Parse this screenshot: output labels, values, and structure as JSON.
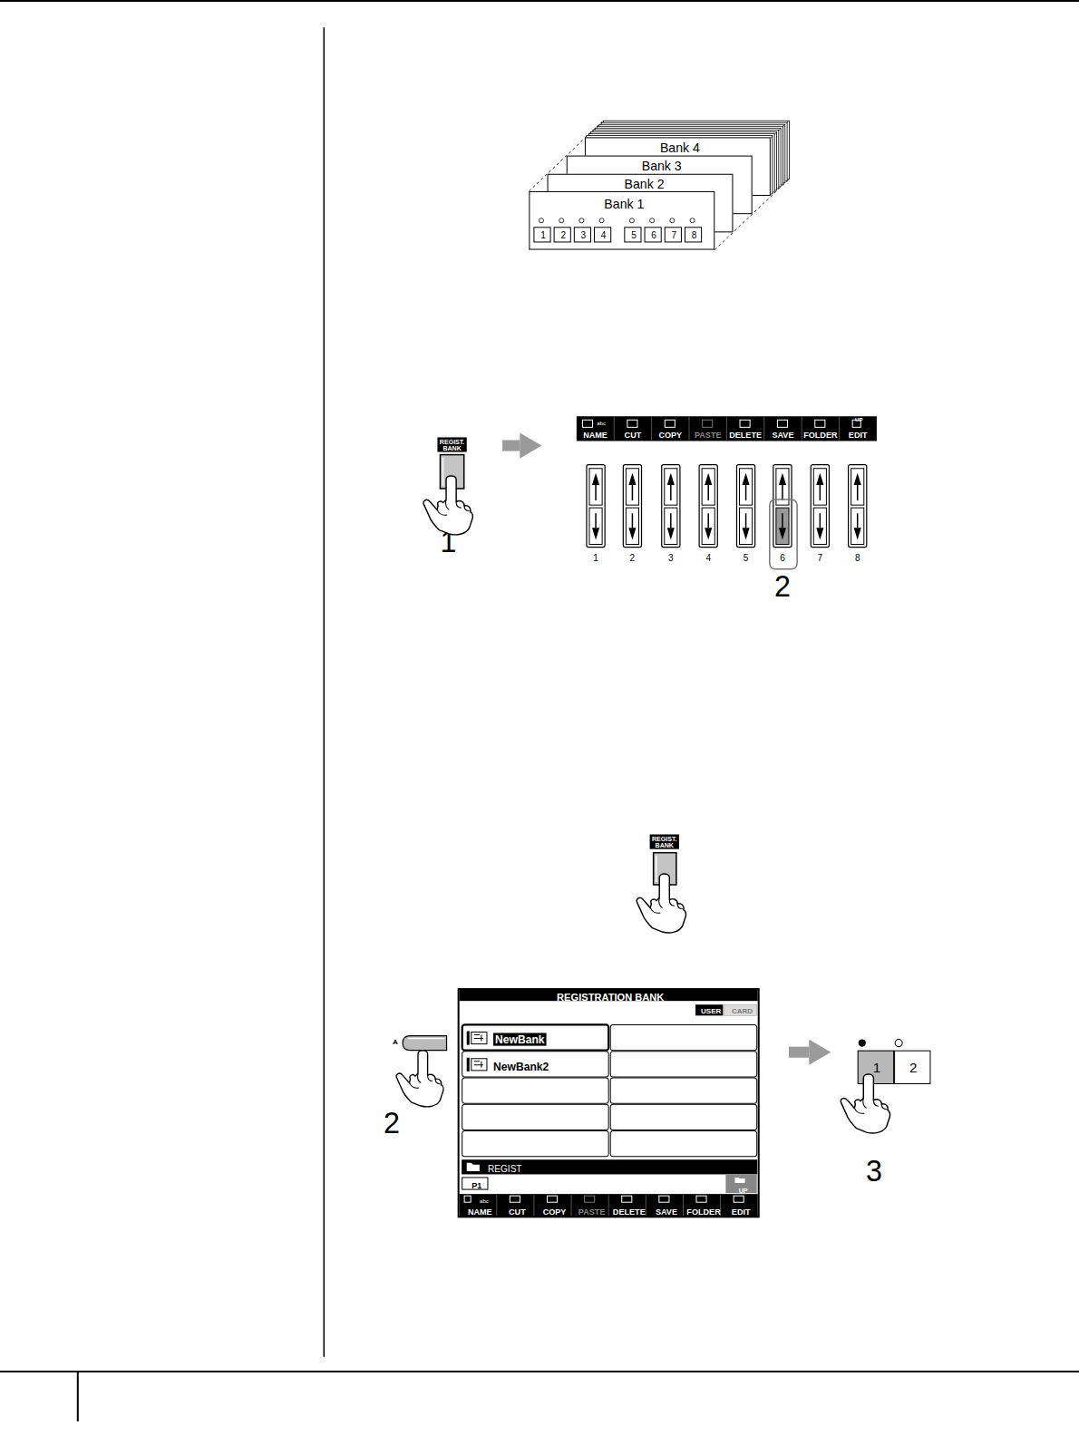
{
  "diagram": {
    "nodes": [
      {
        "text": [
          "Bank 4"
        ]
      },
      {
        "text": [
          "Bank 3"
        ]
      },
      {
        "text": [
          "Bank 2"
        ]
      },
      {
        "text": [
          "Bank 1"
        ]
      },
      {
        "text": [
          "1"
        ],
        "in": 3
      },
      {
        "text": [
          "2"
        ],
        "in": 3
      },
      {
        "text": [
          "3"
        ],
        "in": 3
      },
      {
        "text": [
          "4"
        ],
        "in": 3
      },
      {
        "text": [
          "5"
        ],
        "in": 3
      },
      {
        "text": [
          "6"
        ],
        "in": 3
      },
      {
        "text": [
          "7"
        ],
        "in": 3
      },
      {
        "text": [
          "8"
        ],
        "in": 3
      },
      {
        "text": [
          "REGIST. BANK"
        ]
      },
      {
        "text": [
          "abc",
          "NAME",
          "CUT",
          "COPY",
          "PASTE",
          "DELETE",
          "SAVE",
          "FOLDER",
          "UP",
          "EDIT"
        ]
      },
      {
        "text": [
          "REGIST. BANK"
        ]
      },
      {
        "text": [
          "REGISTRATION BANK",
          "USER",
          "CARD",
          "NewBank",
          "NewBank2",
          "REGIST",
          "P1",
          "UP",
          "abc",
          "NAME",
          "CUT",
          "COPY",
          "PASTE",
          "DELETE",
          "SAVE",
          "FOLDER",
          "EDIT"
        ]
      },
      {
        "text": [
          "1"
        ]
      },
      {
        "text": [
          "2"
        ]
      }
    ],
    "edges": [
      {
        "from": 12,
        "to": 13,
        "arrow": "to"
      },
      {
        "from": 15,
        "to": 16,
        "arrow": "to"
      }
    ],
    "labels": [
      "1",
      "1",
      "2",
      "3",
      "4",
      "5",
      "6",
      "7",
      "8",
      "2",
      "A",
      "2",
      "3"
    ]
  }
}
